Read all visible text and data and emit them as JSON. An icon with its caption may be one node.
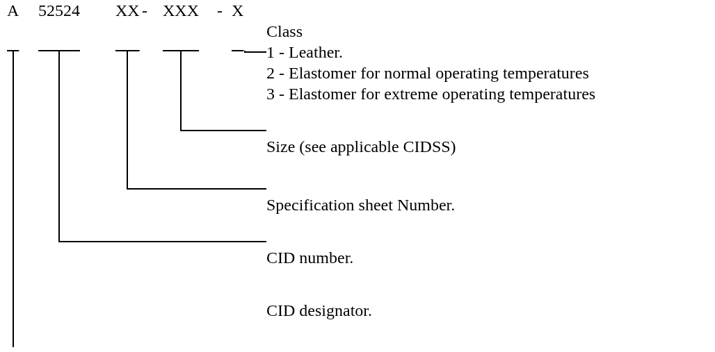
{
  "diagram": {
    "nodes": [
      {
        "text": [
          "A"
        ]
      },
      {
        "text": [
          "52524"
        ]
      },
      {
        "text": [
          "XX"
        ]
      },
      {
        "text": [
          "XXX"
        ]
      },
      {
        "text": [
          "X"
        ]
      },
      {
        "text": [
          "Class",
          "1 - Leather.",
          "2 - Elastomer for normal operating temperatures",
          "3 - Elastomer for extreme operating temperatures"
        ]
      },
      {
        "text": [
          "Size (see applicable CIDSS)"
        ]
      },
      {
        "text": [
          "Specification sheet Number."
        ]
      },
      {
        "text": [
          "CID number."
        ]
      },
      {
        "text": [
          "CID designator."
        ]
      }
    ],
    "edges": [
      {
        "from": 4,
        "to": 5,
        "arrow": "none"
      },
      {
        "from": 3,
        "to": 6,
        "arrow": "none"
      },
      {
        "from": 2,
        "to": 7,
        "arrow": "none"
      },
      {
        "from": 1,
        "to": 8,
        "arrow": "none"
      },
      {
        "from": 0,
        "to": null,
        "arrow": "none"
      }
    ],
    "labels": [
      "-",
      "-"
    ]
  }
}
